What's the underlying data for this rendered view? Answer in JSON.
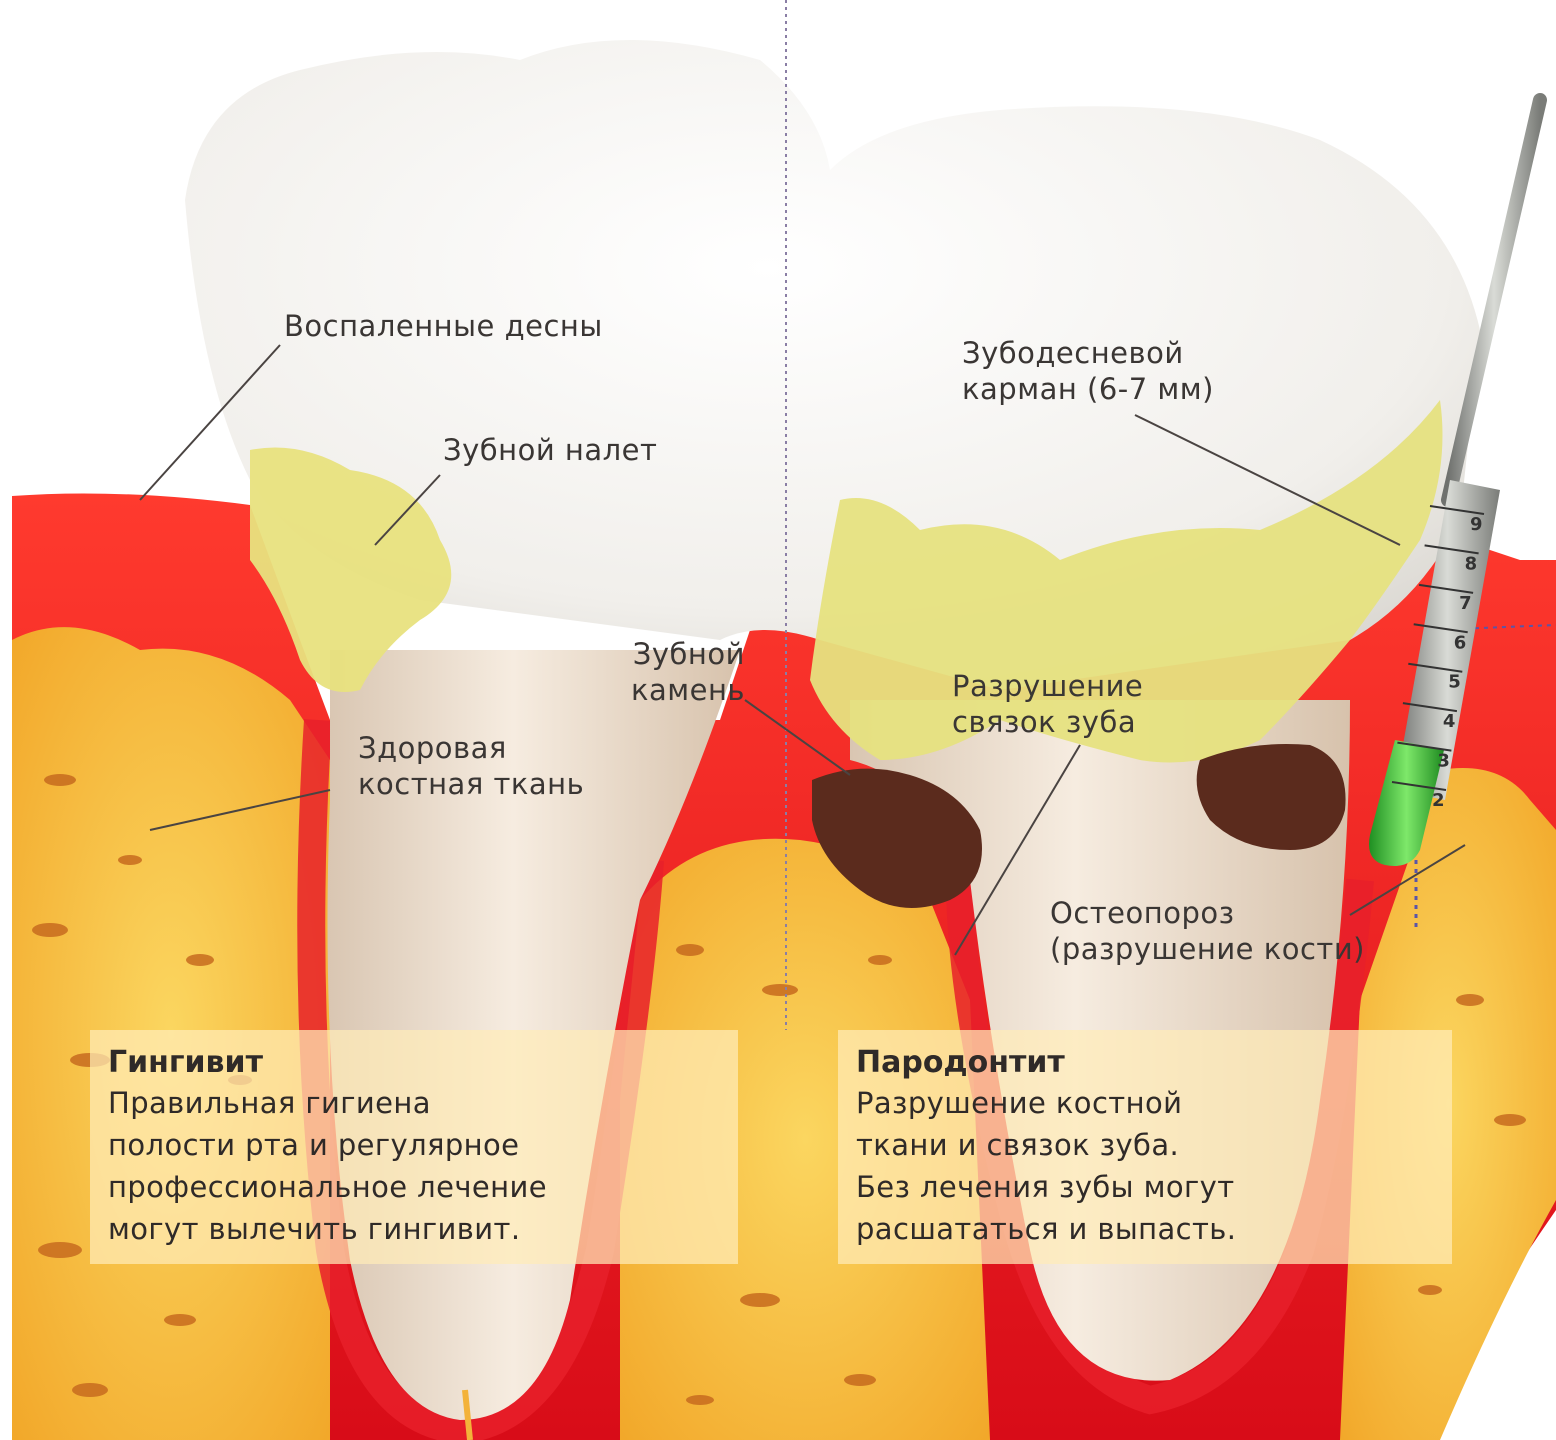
{
  "labels": {
    "inflamed_gums": "Воспаленные десны",
    "plaque": "Зубной налет",
    "calculus_1": "Зубной",
    "calculus_2": "камень",
    "healthy_bone_1": "Здоровая",
    "healthy_bone_2": "костная ткань",
    "pocket_1": "Зубодесневой",
    "pocket_2": "карман (6-7 мм)",
    "ligament_1": "Разрушение",
    "ligament_2": "связок зуба",
    "osteo_1": "Остеопороз",
    "osteo_2": "(разрушение кости)"
  },
  "panels": {
    "gingivitis": {
      "title": "Гингивит",
      "lines": [
        "Правильная гигиена",
        "полости рта и регулярное",
        "профессиональное лечение",
        "могут вылечить гингивит."
      ]
    },
    "periodontitis": {
      "title": "Пародонтит",
      "lines": [
        "Разрушение костной",
        "ткани и связок зуба.",
        "Без лечения зубы могут",
        "расшататься и выпасть."
      ]
    }
  },
  "probe_scale": [
    "9",
    "8",
    "7",
    "6",
    "5",
    "4",
    "3",
    "2"
  ],
  "colors": {
    "gum": "#e0121c",
    "bone": "#f7c23a",
    "enamel": "#f4f2ee",
    "root": "#efe2d0",
    "plaque": "#e6e27a",
    "calculus": "#5a2a1c",
    "probe_tip": "#39c43a",
    "probe_metal": "#9a9c98"
  }
}
